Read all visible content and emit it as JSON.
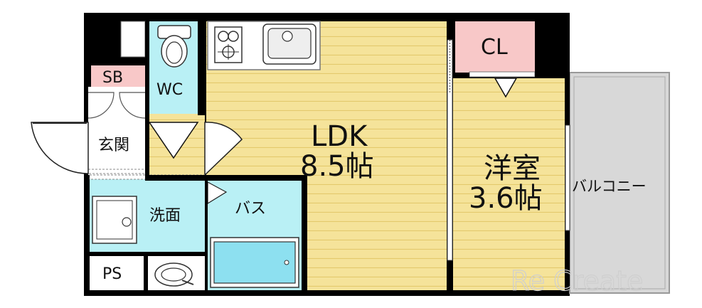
{
  "rooms": {
    "ldk": {
      "name": "LDK",
      "size": "8.5帖"
    },
    "western": {
      "name": "洋室",
      "size": "3.6帖"
    },
    "closet": "CL",
    "shoe_box": "SB",
    "wc": "WC",
    "entrance": "玄関",
    "washroom": "洗面",
    "bath": "バス",
    "pipe_space": "PS",
    "balcony": "バルコニー"
  },
  "watermark": "Re Create",
  "colors": {
    "wall": "#000000",
    "wood_floor": "#f5e39a",
    "wood_line": "#e6cd72",
    "wet_area": "#b9f0f5",
    "closet": "#f8c8c8",
    "shoe_box": "#f8c8c8",
    "balcony": "#d8d8d8",
    "entrance": "#ffffff"
  }
}
